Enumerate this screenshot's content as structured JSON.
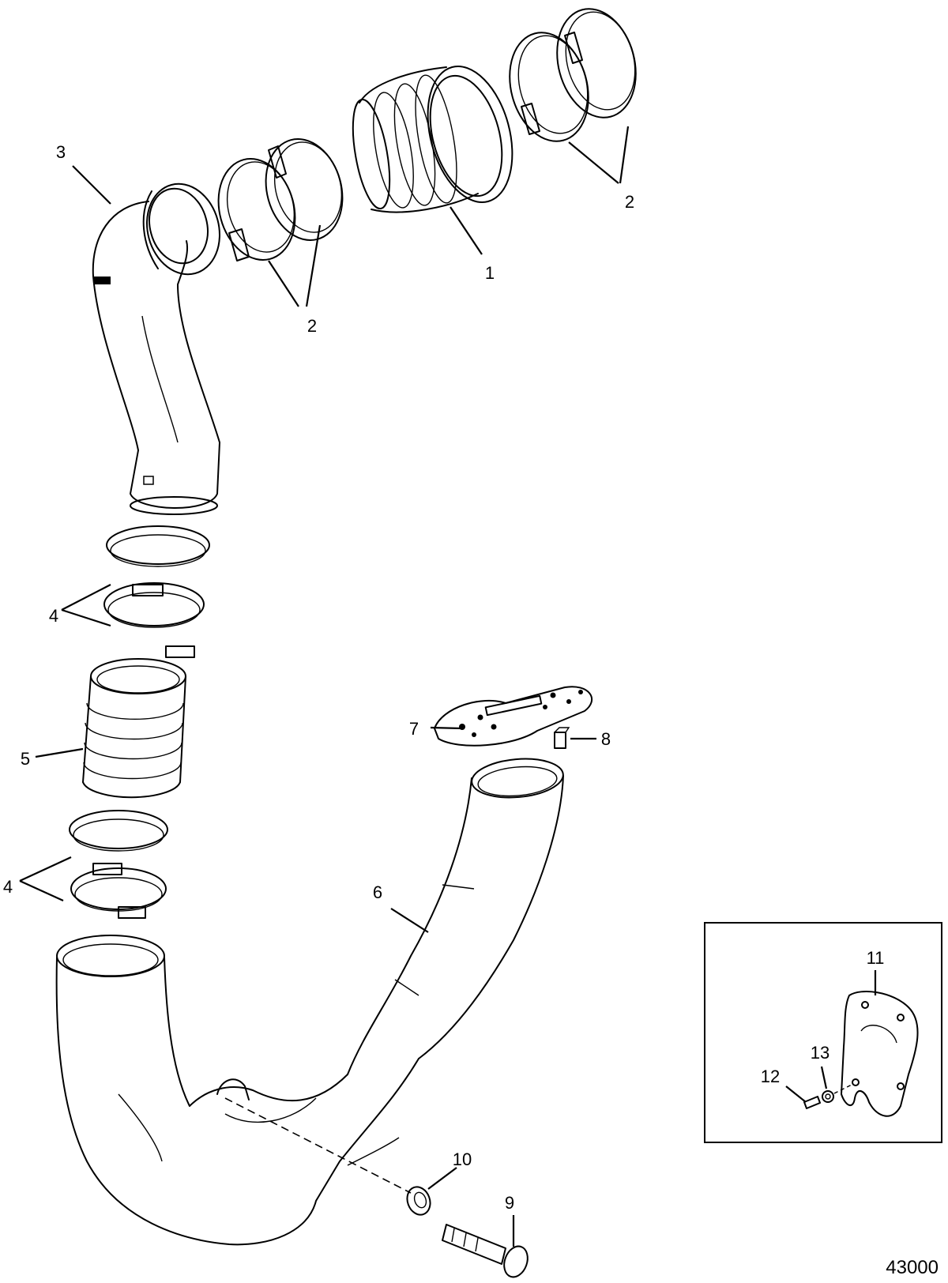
{
  "callouts": {
    "c1": "1",
    "c2a": "2",
    "c2b": "2",
    "c3": "3",
    "c4a": "4",
    "c4b": "4",
    "c5": "5",
    "c6": "6",
    "c7": "7",
    "c8": "8",
    "c9": "9",
    "c10": "10",
    "c11": "11",
    "c12": "12",
    "c13": "13"
  },
  "figure_number": "43000"
}
